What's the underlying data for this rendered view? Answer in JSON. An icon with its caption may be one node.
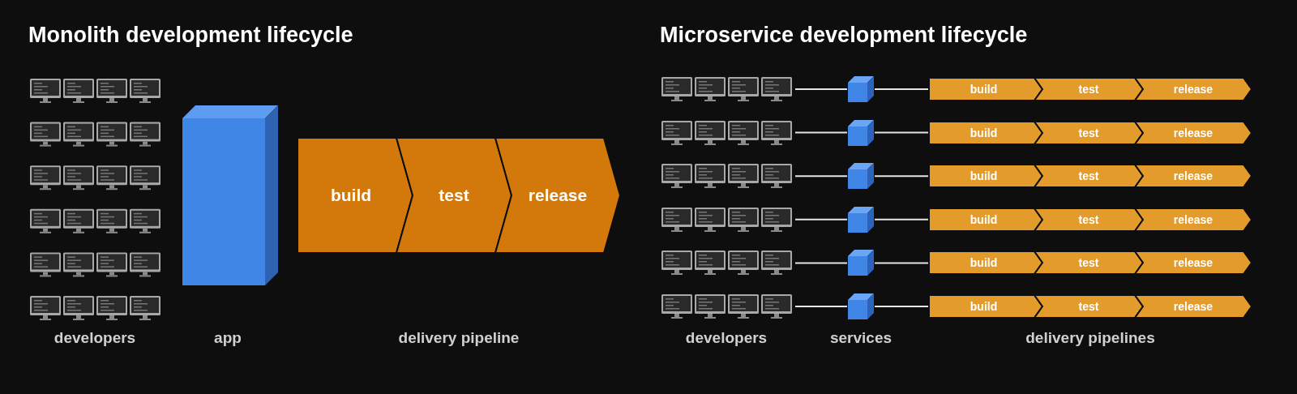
{
  "diagram": {
    "nodes": [
      {
        "text": [],
        "shape": "box",
        "beside": [
          "app"
        ]
      },
      {
        "text": [
          "build"
        ]
      },
      {
        "text": [
          "test"
        ]
      },
      {
        "text": [
          "release"
        ]
      },
      {
        "text": [],
        "shape": "picture"
      },
      {
        "text": [],
        "shape": "box"
      },
      {
        "text": [
          "build"
        ]
      },
      {
        "text": [
          "test"
        ]
      },
      {
        "text": [
          "release"
        ]
      },
      {
        "text": [],
        "shape": "picture"
      },
      {
        "text": [],
        "shape": "box"
      },
      {
        "text": [
          "build"
        ]
      },
      {
        "text": [
          "test"
        ]
      },
      {
        "text": [
          "release"
        ]
      },
      {
        "text": [],
        "shape": "picture"
      },
      {
        "text": [],
        "shape": "box"
      },
      {
        "text": [
          "build"
        ]
      },
      {
        "text": [
          "test"
        ]
      },
      {
        "text": [
          "release"
        ]
      },
      {
        "text": [],
        "shape": "picture"
      },
      {
        "text": [],
        "shape": "box"
      },
      {
        "text": [
          "build"
        ]
      },
      {
        "text": [
          "test"
        ]
      },
      {
        "text": [
          "release"
        ]
      },
      {
        "text": [],
        "shape": "picture"
      },
      {
        "text": [],
        "shape": "box"
      },
      {
        "text": [
          "build"
        ]
      },
      {
        "text": [
          "test"
        ]
      },
      {
        "text": [
          "release"
        ]
      },
      {
        "text": [],
        "shape": "picture"
      },
      {
        "text": [],
        "shape": "box"
      },
      {
        "text": [
          "build"
        ]
      },
      {
        "text": [
          "test"
        ]
      },
      {
        "text": [
          "release"
        ]
      }
    ],
    "edges": [
      {
        "from": 4,
        "to": 5,
        "arrow": "none"
      },
      {
        "from": 5,
        "to": 6,
        "arrow": "none"
      },
      {
        "from": 9,
        "to": 10,
        "arrow": "none"
      },
      {
        "from": 10,
        "to": 11,
        "arrow": "none"
      },
      {
        "from": 14,
        "to": 15,
        "arrow": "none"
      },
      {
        "from": 15,
        "to": 16,
        "arrow": "none"
      },
      {
        "from": 19,
        "to": 20,
        "arrow": "none"
      },
      {
        "from": 20,
        "to": 21,
        "arrow": "none"
      },
      {
        "from": 24,
        "to": 25,
        "arrow": "none"
      },
      {
        "from": 25,
        "to": 26,
        "arrow": "none"
      },
      {
        "from": 29,
        "to": 30,
        "arrow": "none"
      },
      {
        "from": 30,
        "to": 31,
        "arrow": "none"
      }
    ],
    "labels": [
      "Monolith development lifecycle",
      "developers",
      "delivery pipeline",
      "Microservice development lifecycle",
      "developers",
      "services",
      "delivery pipelines"
    ]
  }
}
